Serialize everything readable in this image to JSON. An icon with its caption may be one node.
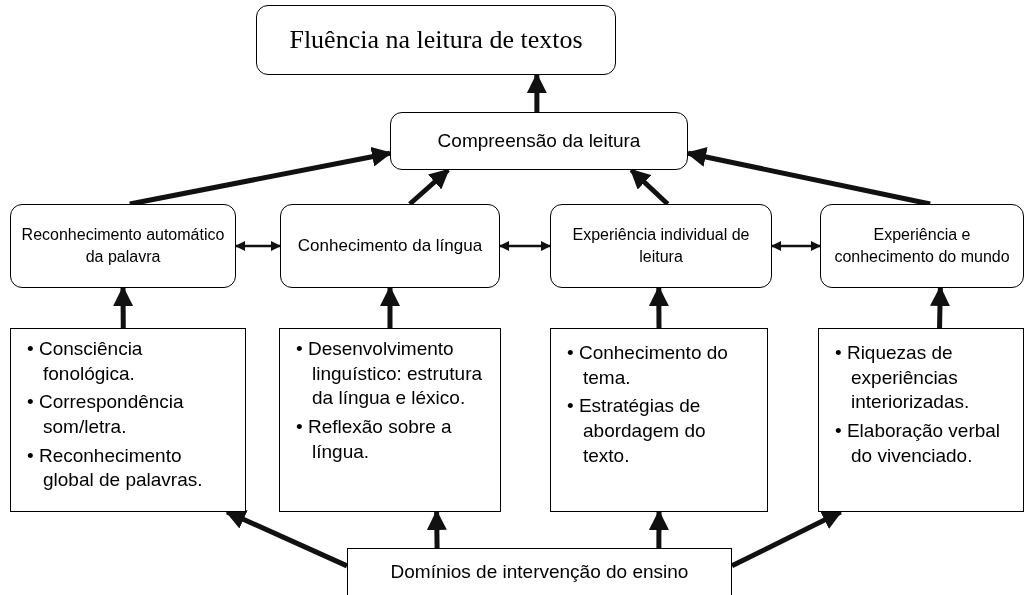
{
  "diagram": {
    "nodes": [
      {
        "text": [
          "Fluência na leitura de textos"
        ]
      },
      {
        "text": [
          "Compreensão da leitura"
        ]
      },
      {
        "text": [
          "Reconhecimento automático da palavra"
        ]
      },
      {
        "text": [
          "Conhecimento da língua"
        ]
      },
      {
        "text": [
          "Experiência individual de leitura"
        ]
      },
      {
        "text": [
          "Experiência e conhecimento do mundo"
        ]
      },
      {
        "text": [
          "• Consciência fonológica.",
          "• Correspondência som/letra.",
          "• Reconhecimento global de palavras."
        ]
      },
      {
        "text": [
          "• Desenvolvimento linguístico: estrutura da língua e léxico.",
          "• Reflexão sobre a língua."
        ]
      },
      {
        "text": [
          "• Conhecimento do tema.",
          "• Estratégias de abordagem do texto."
        ]
      },
      {
        "text": [
          "• Riquezas de experiências interiorizadas.",
          "• Elaboração verbal do vivenciado."
        ]
      },
      {
        "text": [
          "Domínios de intervenção do ensino"
        ]
      }
    ],
    "edges": [
      {
        "from": 1,
        "to": 0,
        "arrow": "to"
      },
      {
        "from": 2,
        "to": 1,
        "arrow": "to"
      },
      {
        "from": 3,
        "to": 1,
        "arrow": "to"
      },
      {
        "from": 4,
        "to": 1,
        "arrow": "to"
      },
      {
        "from": 5,
        "to": 1,
        "arrow": "to"
      },
      {
        "from": 2,
        "to": 3,
        "arrow": "both"
      },
      {
        "from": 3,
        "to": 4,
        "arrow": "both"
      },
      {
        "from": 4,
        "to": 5,
        "arrow": "both"
      },
      {
        "from": 6,
        "to": 2,
        "arrow": "to"
      },
      {
        "from": 7,
        "to": 3,
        "arrow": "to"
      },
      {
        "from": 8,
        "to": 4,
        "arrow": "to"
      },
      {
        "from": 9,
        "to": 5,
        "arrow": "to"
      },
      {
        "from": 10,
        "to": 6,
        "arrow": "to"
      },
      {
        "from": 10,
        "to": 7,
        "arrow": "to"
      },
      {
        "from": 10,
        "to": 8,
        "arrow": "to"
      },
      {
        "from": 10,
        "to": 9,
        "arrow": "to"
      }
    ]
  }
}
